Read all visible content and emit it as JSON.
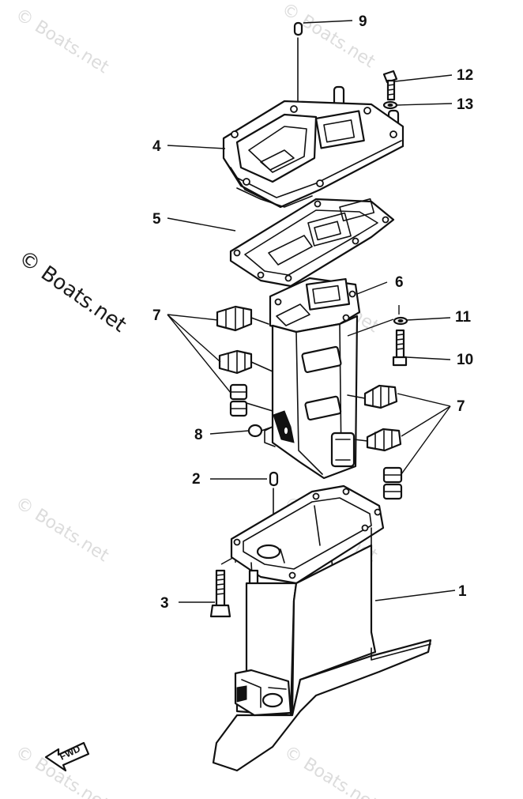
{
  "watermark": {
    "main": "© Boats.net",
    "faint": "© Boats.net"
  },
  "direction_marker": "FWD",
  "callouts": {
    "c1": "1",
    "c2": "2",
    "c3": "3",
    "c4": "4",
    "c5": "5",
    "c6": "6",
    "c7a": "7",
    "c7b": "7",
    "c8": "8",
    "c9": "9",
    "c10": "10",
    "c11": "11",
    "c12": "12",
    "c13": "13"
  }
}
